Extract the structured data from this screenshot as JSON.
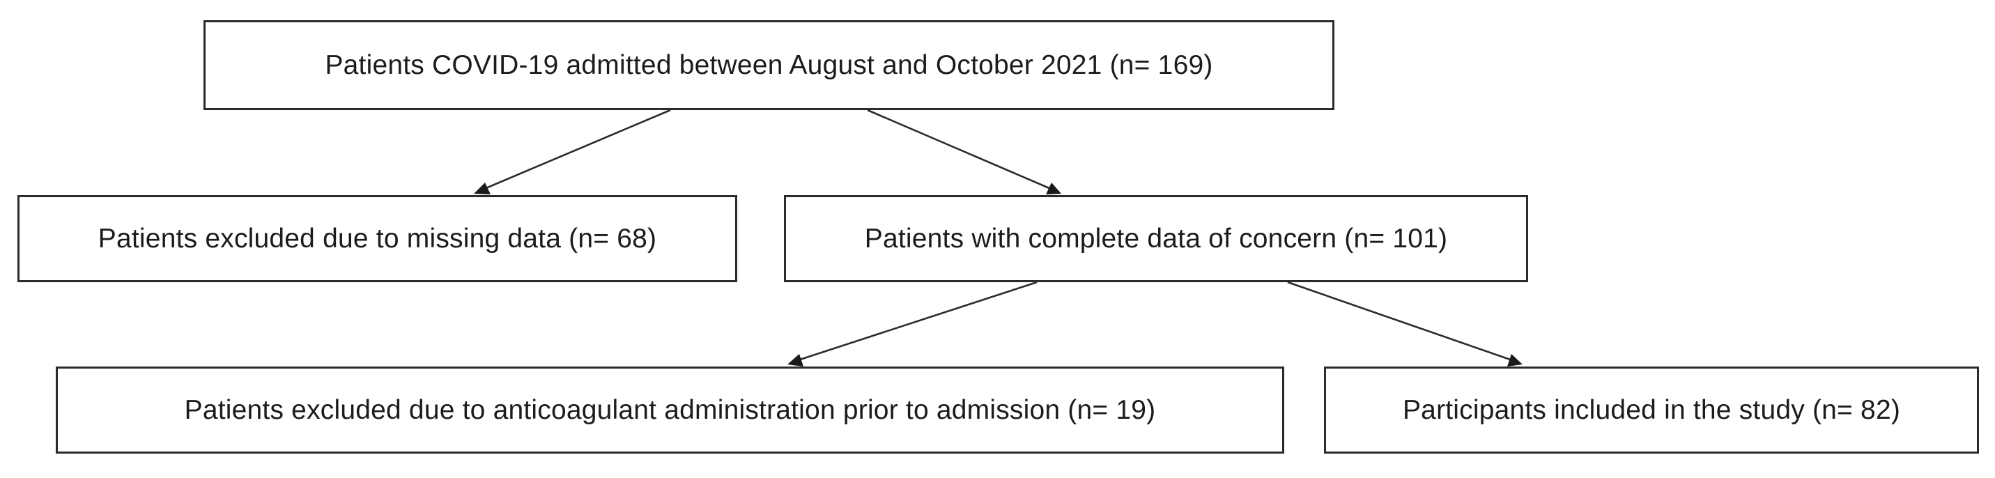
{
  "flowchart": {
    "nodes": {
      "admitted": "Patients COVID-19 admitted between August and October 2021 (n= 169)",
      "excluded_missing": "Patients excluded due to missing data (n= 68)",
      "complete_data": "Patients with complete data of concern (n= 101)",
      "excluded_anticoagulant": "Patients excluded due to anticoagulant administration prior to admission (n= 19)",
      "included": "Participants included in the study (n= 82)"
    },
    "edges": [
      {
        "from": "admitted",
        "to": "excluded_missing"
      },
      {
        "from": "admitted",
        "to": "complete_data"
      },
      {
        "from": "complete_data",
        "to": "excluded_anticoagulant"
      },
      {
        "from": "complete_data",
        "to": "included"
      }
    ],
    "colors": {
      "border": "#2b2b2b",
      "text": "#1c1c1c",
      "background": "#ffffff"
    }
  }
}
